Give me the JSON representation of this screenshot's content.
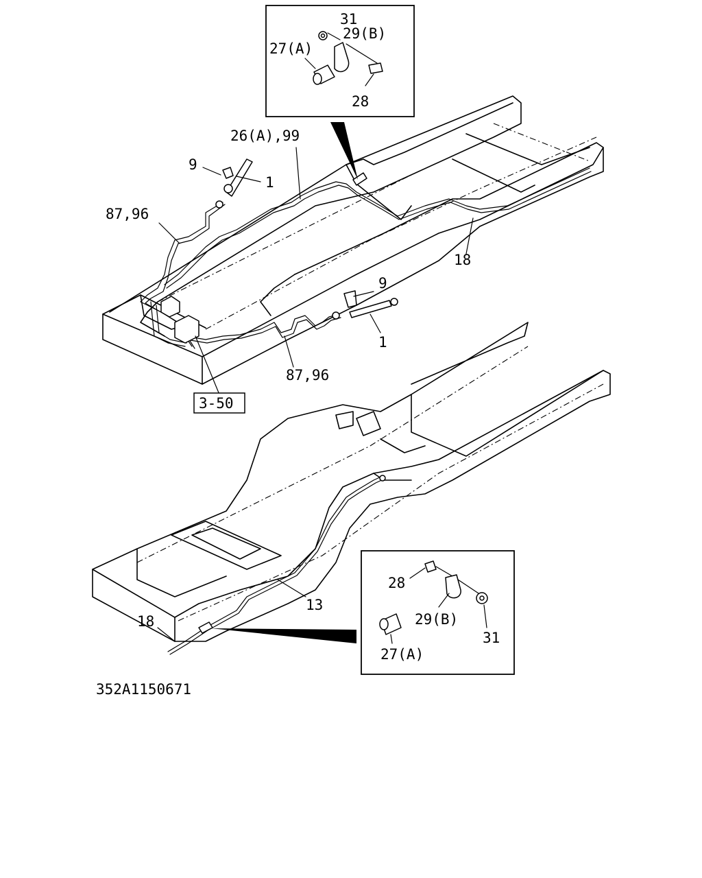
{
  "diagram_id": "352A1150671",
  "figure_ref": "3-50",
  "callouts": {
    "top_inset_31": "31",
    "top_inset_29b": "29(B)",
    "top_inset_27a": "27(A)",
    "top_inset_28": "28",
    "upper_26_99": "26(A),99",
    "upper_9_left": "9",
    "upper_1_left": "1",
    "upper_87_96_left": "87,96",
    "upper_18_right": "18",
    "upper_9_right": "9",
    "upper_1_right": "1",
    "upper_87_96_bottom": "87,96",
    "lower_13": "13",
    "lower_18": "18",
    "bottom_inset_28": "28",
    "bottom_inset_29b": "29(B)",
    "bottom_inset_31": "31",
    "bottom_inset_27a": "27(A)"
  }
}
